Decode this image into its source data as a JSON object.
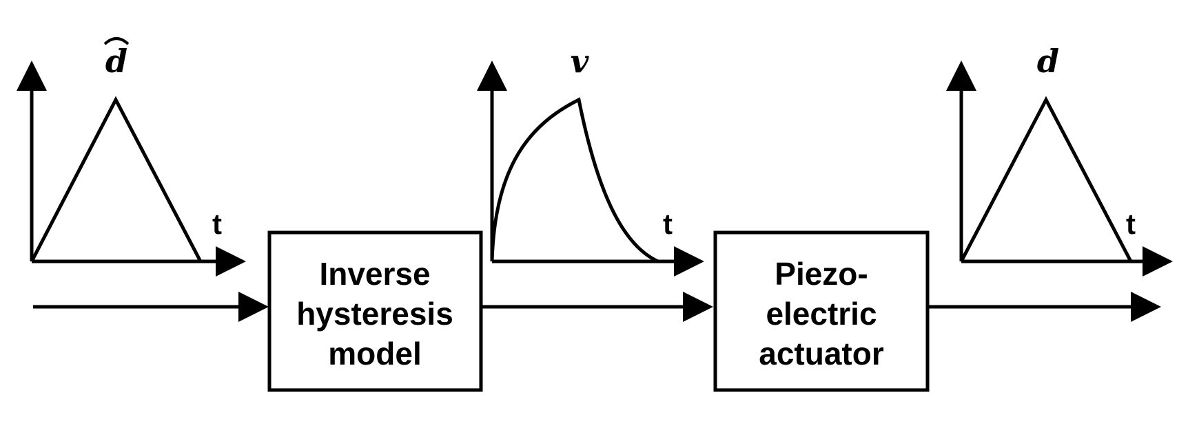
{
  "plots": {
    "input": {
      "signal": "d",
      "time_axis": "t"
    },
    "control": {
      "signal": "v",
      "time_axis": "t"
    },
    "output": {
      "signal": "d",
      "time_axis": "t"
    }
  },
  "blocks": {
    "inverse": {
      "line1": "Inverse",
      "line2": "hysteresis",
      "line3": "model"
    },
    "actuator": {
      "line1": "Piezo-",
      "line2": "electric",
      "line3": "actuator"
    }
  }
}
